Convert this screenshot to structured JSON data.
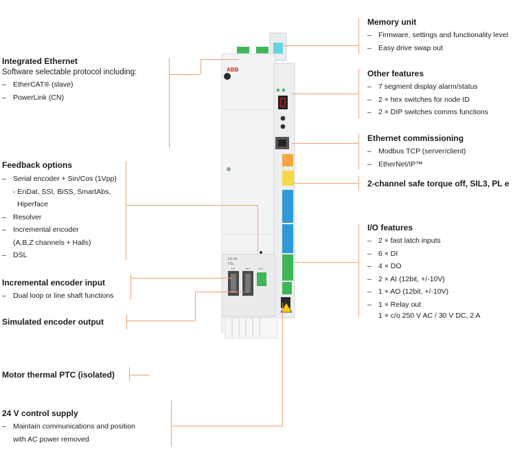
{
  "left": {
    "ethernet": {
      "title": "Integrated Ethernet",
      "subtitle": "Software selectable protocol including:",
      "items": [
        "EtherCAT® (slave)",
        "PowerLink (CN)"
      ]
    },
    "feedback": {
      "title": "Feedback options",
      "items": [
        "Serial encoder + Sin/Cos (1Vpp)",
        "- EnDat, SSI, BiSS, SmartAbs,",
        "Hiperface",
        "Resolver",
        "Incremental encoder",
        "(A,B,Z channels + Halls)",
        "DSL"
      ]
    },
    "incremental": {
      "title": "Incremental encoder input",
      "items": [
        "Dual loop or line shaft functions"
      ]
    },
    "simulated": {
      "title": "Simulated encoder output"
    },
    "motor_ptc": {
      "title": "Motor thermal PTC (isolated)"
    },
    "supply": {
      "title": "24 V control supply",
      "items": [
        "Maintain communications and position",
        "with AC power removed"
      ]
    }
  },
  "right": {
    "memory": {
      "title": "Memory unit",
      "items": [
        "Firmware, settings and functionality level",
        "Easy drive swap out"
      ]
    },
    "other": {
      "title": "Other features",
      "items": [
        "7 segment display alarm/status",
        "2 × hex switches for node ID",
        "2 × DIP switches comms functions"
      ]
    },
    "commissioning": {
      "title": "Ethernet commissioning",
      "items": [
        "Modbus TCP (server/client)",
        "EtherNet/IP™"
      ]
    },
    "safe_torque": {
      "title": "2-channel safe torque off, SIL3, PL e"
    },
    "io": {
      "title": "I/O features",
      "items": [
        "2 × fast latch inputs",
        "6 × DI",
        "4 × DO",
        "2 × AI (12bit, +/-10V)",
        "1 × AO (12bit, +/-10V)",
        "1 × Relay out"
      ],
      "extra": "1 × c/o 250 V AC / 30 V DC, 2 A"
    }
  },
  "device": {
    "brand": "ABB",
    "module_label": "FE-04",
    "module_sub": "FSL",
    "port_labels": [
      "X11",
      "X12",
      "X13"
    ]
  },
  "colors": {
    "leader": "#f0a070",
    "connector_green": "#3fb55a",
    "connector_orange": "#f4a640",
    "connector_yellow": "#f5d94a",
    "connector_blue": "#2f9ad8",
    "memory_cyan": "#6ad3e0",
    "brand_red": "#e2231a"
  }
}
